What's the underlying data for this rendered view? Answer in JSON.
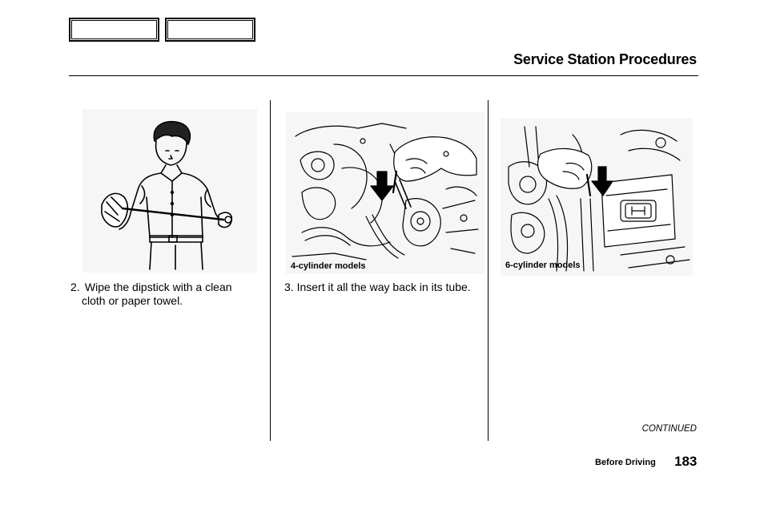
{
  "header": {
    "title": "Service Station Procedures"
  },
  "steps": [
    {
      "number": "2.",
      "line1": "Wipe the dipstick with a clean",
      "line2": "cloth or paper towel."
    },
    {
      "text": "3. Insert it all the way back in its tube."
    }
  ],
  "figures": {
    "fig2_caption": "4-cylinder   models",
    "fig3_caption": "6-cylinder models"
  },
  "footer": {
    "continued": "CONTINUED",
    "section": "Before Driving",
    "page_number": "183"
  }
}
